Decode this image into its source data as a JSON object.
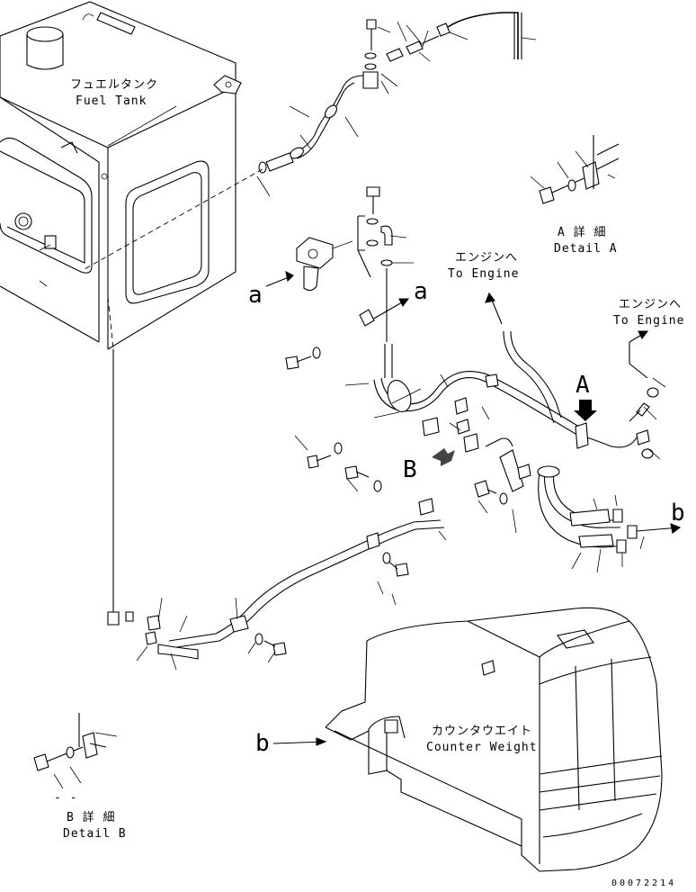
{
  "labels": {
    "fuel_tank_jp": "フュエルタンク",
    "fuel_tank_en": "Fuel Tank",
    "to_engine_1_jp": "エンジンへ",
    "to_engine_1_en": "To Engine",
    "to_engine_2_jp": "エンジンへ",
    "to_engine_2_en": "To Engine",
    "detail_a_jp": "A 詳 細",
    "detail_a_en": "Detail A",
    "detail_b_jp": "B 詳 細",
    "detail_b_en": "Detail B",
    "counterweight_jp": "カウンタウエイト",
    "counterweight_en": "Counter Weight",
    "arrow_a_left": "a",
    "arrow_a_right": "a",
    "arrow_b_right": "b",
    "arrow_b_left": "b",
    "view_a": "A",
    "view_b": "B",
    "detail_b_dashes": "- -",
    "drawing_number": "00072214"
  }
}
